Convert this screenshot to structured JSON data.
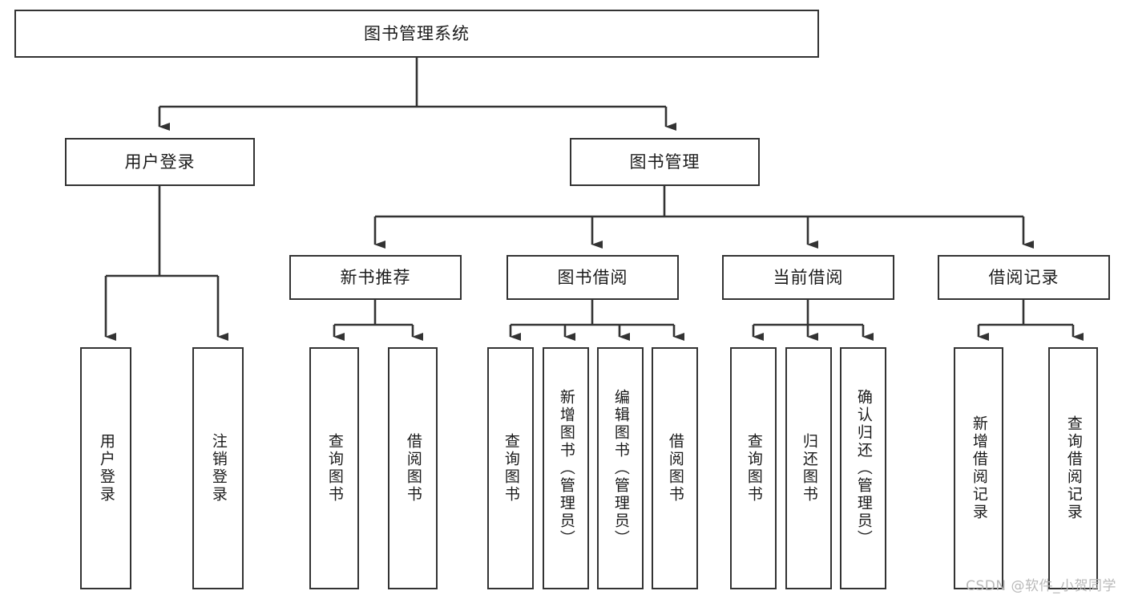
{
  "diagram": {
    "title": "图书管理系统",
    "type": "tree",
    "watermark": "CSDN @软件_小贺同学",
    "colors": {
      "stroke": "#333333",
      "fill": "#ffffff",
      "text": "#1b1b1b",
      "watermark": "#b9b9b9",
      "background": "#ffffff"
    },
    "nodes": {
      "root": {
        "label": "图书管理系统"
      },
      "level1": [
        {
          "label": "用户登录"
        },
        {
          "label": "图书管理"
        }
      ],
      "level2": [
        {
          "label": "新书推荐"
        },
        {
          "label": "图书借阅"
        },
        {
          "label": "当前借阅"
        },
        {
          "label": "借阅记录"
        }
      ],
      "user_login_leaves": [
        {
          "label": "用户登录"
        },
        {
          "label": "注销登录"
        }
      ],
      "new_book_leaves": [
        {
          "label": "查询图书"
        },
        {
          "label": "借阅图书"
        }
      ],
      "borrow_leaves": [
        {
          "label": "查询图书"
        },
        {
          "label": "新增图书（管理员）"
        },
        {
          "label": "编辑图书（管理员）"
        },
        {
          "label": "借阅图书"
        }
      ],
      "current_borrow_leaves": [
        {
          "label": "查询图书"
        },
        {
          "label": "归还图书"
        },
        {
          "label": "确认归还（管理员）"
        }
      ],
      "record_leaves": [
        {
          "label": "新增借阅记录"
        },
        {
          "label": "查询借阅记录"
        }
      ]
    }
  }
}
